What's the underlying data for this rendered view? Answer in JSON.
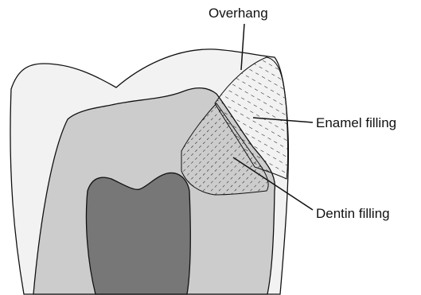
{
  "labels": {
    "overhang": "Overhang",
    "enamel_filling": "Enamel filling",
    "dentin_filling": "Dentin filling"
  },
  "colors": {
    "enamel": "#f2f2f2",
    "dentin": "#cccccc",
    "pulp": "#777777",
    "outline": "#111111"
  }
}
